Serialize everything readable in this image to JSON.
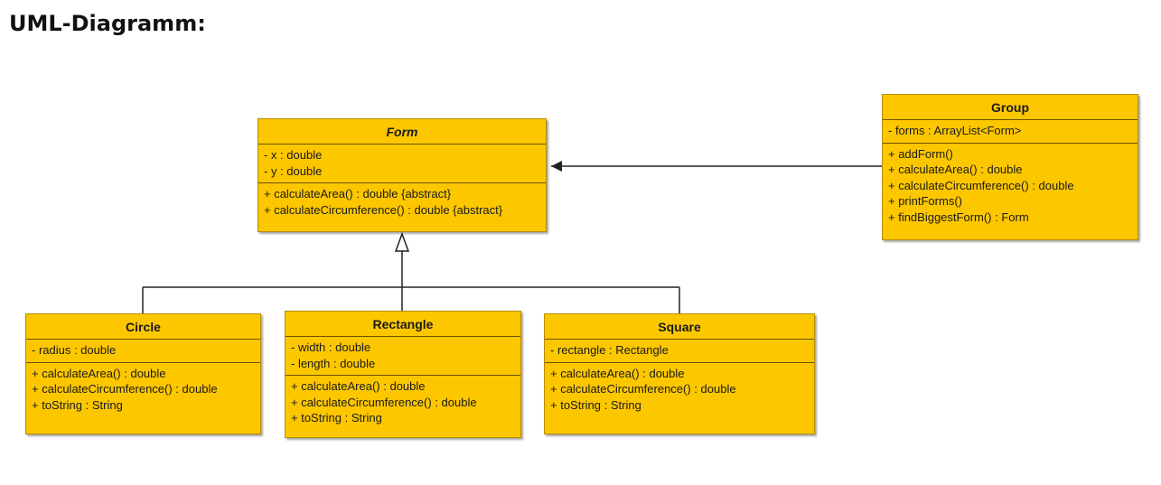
{
  "heading": "UML-Diagramm:",
  "colors": {
    "class_fill": "#fdc700",
    "class_border": "#b58d00",
    "line": "#222222"
  },
  "classes": {
    "form": {
      "name": "Form",
      "attributes": [
        "- x : double",
        "- y : double"
      ],
      "methods": [
        "+ calculateArea() : double {abstract}",
        "+ calculateCircumference() : double {abstract}"
      ]
    },
    "group": {
      "name": "Group",
      "attributes": [
        "- forms : ArrayList<Form>"
      ],
      "methods": [
        "+ addForm()",
        "+ calculateArea() : double",
        "+ calculateCircumference() : double",
        "+ printForms()",
        "+ findBiggestForm() : Form"
      ]
    },
    "circle": {
      "name": "Circle",
      "attributes": [
        "- radius : double"
      ],
      "methods": [
        "+ calculateArea() : double",
        "+ calculateCircumference() : double",
        "+ toString : String"
      ]
    },
    "rectangle": {
      "name": "Rectangle",
      "attributes": [
        "- width : double",
        "- length : double"
      ],
      "methods": [
        "+ calculateArea() : double",
        "+ calculateCircumference() : double",
        "+ toString : String"
      ]
    },
    "square": {
      "name": "Square",
      "attributes": [
        "- rectangle : Rectangle"
      ],
      "methods": [
        "+ calculateArea() : double",
        "+ calculateCircumference() : double",
        "+ toString : String"
      ]
    }
  },
  "relations": [
    {
      "type": "association",
      "from": "group",
      "to": "form"
    },
    {
      "type": "generalization",
      "from": "circle",
      "to": "form"
    },
    {
      "type": "generalization",
      "from": "rectangle",
      "to": "form"
    },
    {
      "type": "generalization",
      "from": "square",
      "to": "form"
    }
  ]
}
